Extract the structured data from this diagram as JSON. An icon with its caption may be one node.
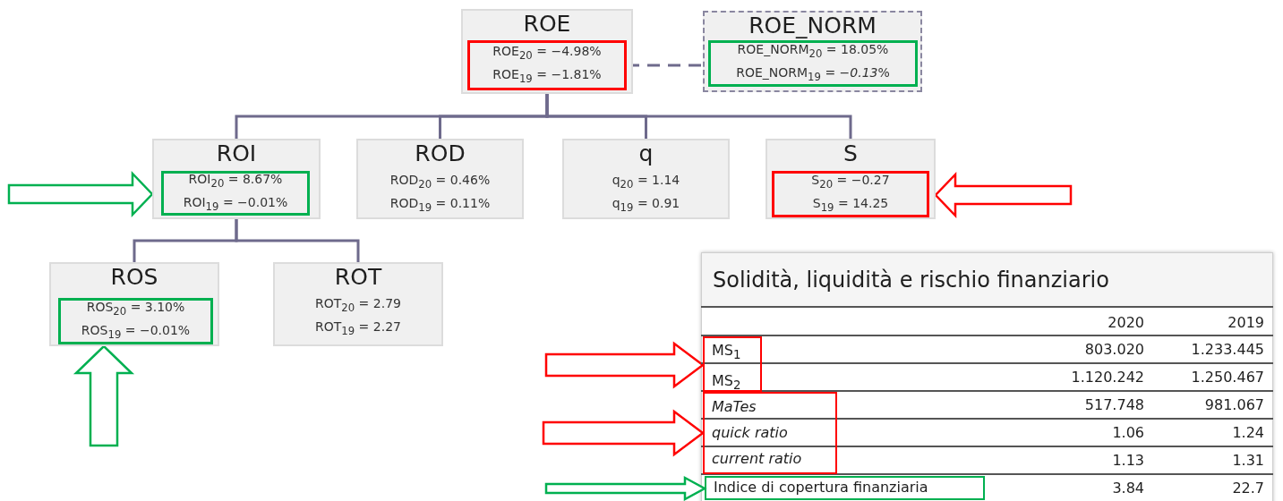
{
  "diagram": {
    "nodes": [
      {
        "text": [
          "ROE"
        ]
      },
      {
        "text": [
          "ROE$_{20}$ = −4.98%",
          "ROE$_{19}$ = −1.81%"
        ],
        "in": 0
      },
      {
        "text": [
          "ROE_NORM"
        ]
      },
      {
        "text": [
          "ROE_NORM$_{20}$ = 18.05%",
          "ROE_NORM$_{19}$ = *−0.13*%"
        ],
        "in": 2
      },
      {
        "text": [
          "ROI"
        ]
      },
      {
        "text": [
          "ROI$_{20}$ = 8.67%",
          "ROI$_{19}$ = −0.01%"
        ],
        "in": 4
      },
      {
        "text": [
          "ROD",
          "ROD$_{20}$ = 0.46%",
          "ROD$_{19}$ = 0.11%"
        ]
      },
      {
        "text": [
          "q",
          "q$_{20}$ = 1.14",
          "q$_{19}$ = 0.91"
        ]
      },
      {
        "text": [
          "S"
        ]
      },
      {
        "text": [
          "S$_{20}$ = −0.27",
          "S$_{19}$ = 14.25"
        ],
        "in": 8
      },
      {
        "text": [
          "ROS"
        ]
      },
      {
        "text": [
          "ROS$_{20}$ = 3.10%",
          "ROS$_{19}$ = −0.01%"
        ],
        "in": 10
      },
      {
        "text": [
          "ROT",
          "ROT$_{20}$ = 2.79",
          "ROT$_{19}$ = 2.27"
        ]
      },
      {
        "text": [
          "MS$_{1}$",
          "MS$_{2}$"
        ]
      },
      {
        "text": [
          "MaTes",
          "quick ratio",
          "current ratio"
        ]
      },
      {
        "text": [
          "Indice di copertura finanziaria"
        ]
      }
    ],
    "edges": [
      {
        "from": 0,
        "to": 4,
        "arrow": "none"
      },
      {
        "from": 0,
        "to": 6,
        "arrow": "none"
      },
      {
        "from": 0,
        "to": 7,
        "arrow": "none"
      },
      {
        "from": 0,
        "to": 8,
        "arrow": "none"
      },
      {
        "from": 1,
        "to": 2,
        "arrow": "none",
        "style": "dashed"
      },
      {
        "from": 4,
        "to": 10,
        "arrow": "none"
      },
      {
        "from": 4,
        "to": 12,
        "arrow": "none"
      },
      {
        "from": null,
        "to": 4,
        "arrow": "to",
        "style": "thick",
        "color": "#00b050"
      },
      {
        "from": null,
        "to": 8,
        "arrow": "to",
        "style": "thick",
        "color": "#ff0000"
      },
      {
        "from": null,
        "to": 10,
        "arrow": "to",
        "style": "thick",
        "color": "#00b050"
      },
      {
        "from": null,
        "to": 13,
        "arrow": "to",
        "style": "thick",
        "color": "#ff0000"
      },
      {
        "from": null,
        "to": 14,
        "arrow": "to",
        "style": "thick",
        "color": "#ff0000"
      },
      {
        "from": null,
        "to": 15,
        "arrow": "to",
        "style": "thick",
        "color": "#00b050"
      }
    ],
    "labels": [
      "Solidità, liquidità e rischio finanziario",
      "2020",
      "2019",
      "803.020",
      "1.233.445",
      "1.120.242",
      "1.250.467",
      "517.748",
      "981.067",
      "1.06",
      "1.24",
      "1.13",
      "1.31",
      "3.84",
      "22.7"
    ]
  }
}
